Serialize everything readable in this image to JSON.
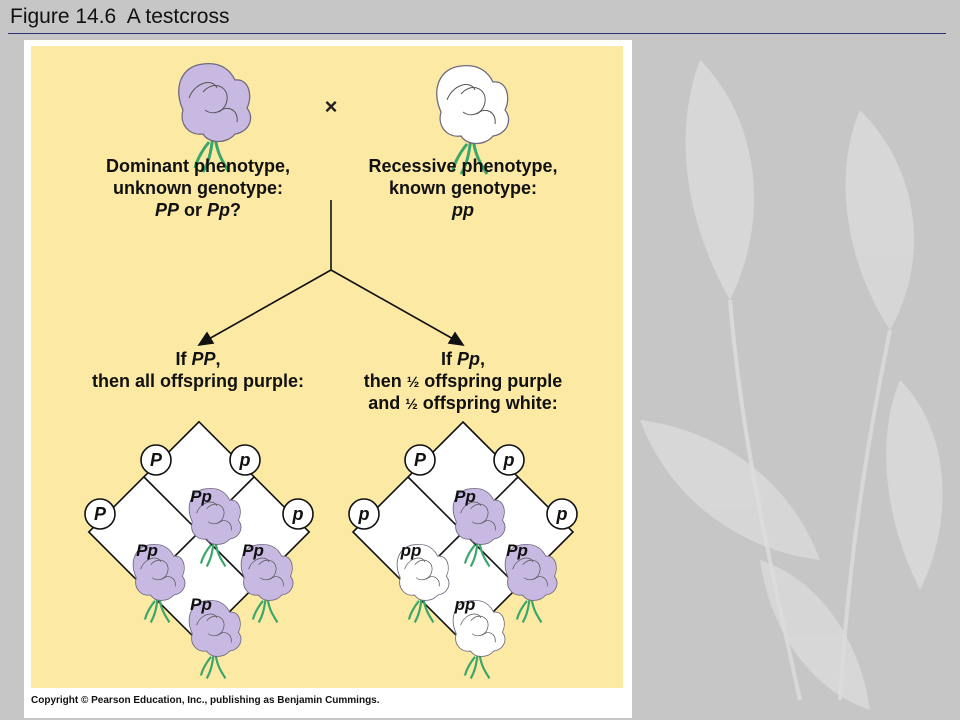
{
  "slide_title": "Figure 14.6  A testcross",
  "copyright": "Copyright © Pearson Education, Inc., publishing as Benjamin Cummings.",
  "cross_symbol": "×",
  "left_parent": {
    "line1": "Dominant phenotype,",
    "line2": "unknown genotype:",
    "line3_a": "PP",
    "line3_mid": " or ",
    "line3_b": "Pp",
    "line3_end": "?"
  },
  "right_parent": {
    "line1": "Recessive phenotype,",
    "line2": "known genotype:",
    "line3": "pp"
  },
  "left_outcome": {
    "line1_a": "If ",
    "line1_b": "PP",
    "line1_c": ",",
    "line2": "then all offspring purple:"
  },
  "right_outcome": {
    "line1_a": "If ",
    "line1_b": "Pp",
    "line1_c": ",",
    "line2_a": "then ",
    "line2_frac": "½",
    "line2_b": " offspring purple",
    "line3_a": "and ",
    "line3_frac": "½",
    "line3_b": " offspring white:"
  },
  "left_square": {
    "top_alleles": [
      "P",
      "p"
    ],
    "side_alleles": [
      "P",
      "p"
    ],
    "cells": [
      {
        "genotype": "Pp",
        "color": "purple"
      },
      {
        "genotype": "Pp",
        "color": "purple"
      },
      {
        "genotype": "Pp",
        "color": "purple"
      },
      {
        "genotype": "Pp",
        "color": "purple"
      }
    ]
  },
  "right_square": {
    "top_alleles": [
      "P",
      "p"
    ],
    "side_alleles": [
      "p",
      "p"
    ],
    "cells": [
      {
        "genotype": "Pp",
        "color": "purple"
      },
      {
        "genotype": "pp",
        "color": "white"
      },
      {
        "genotype": "Pp",
        "color": "purple"
      },
      {
        "genotype": "pp",
        "color": "white"
      }
    ]
  },
  "colors": {
    "diagram_background": "#fbe9a4",
    "purple_flower": "#c8b9e2",
    "white_flower": "#ffffff",
    "stem": "#3aa66a"
  }
}
